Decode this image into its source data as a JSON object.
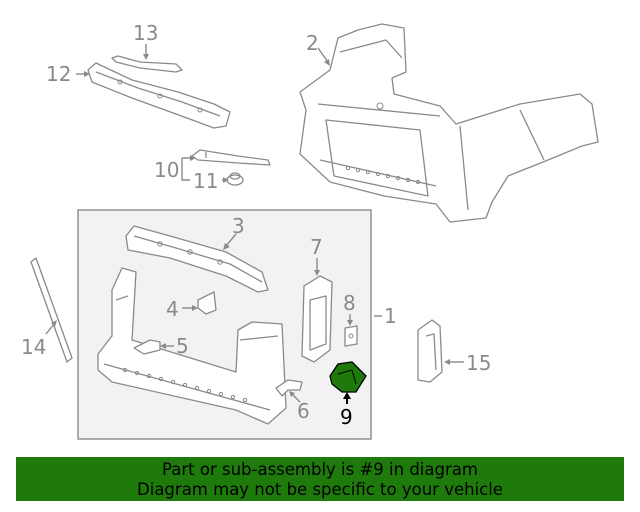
{
  "diagram": {
    "callouts": [
      {
        "id": "1",
        "label": "1"
      },
      {
        "id": "2",
        "label": "2"
      },
      {
        "id": "3",
        "label": "3"
      },
      {
        "id": "4",
        "label": "4"
      },
      {
        "id": "5",
        "label": "5"
      },
      {
        "id": "6",
        "label": "6"
      },
      {
        "id": "7",
        "label": "7"
      },
      {
        "id": "8",
        "label": "8"
      },
      {
        "id": "9",
        "label": "9"
      },
      {
        "id": "10",
        "label": "10"
      },
      {
        "id": "11",
        "label": "11"
      },
      {
        "id": "12",
        "label": "12"
      },
      {
        "id": "13",
        "label": "13"
      },
      {
        "id": "14",
        "label": "14"
      },
      {
        "id": "15",
        "label": "15"
      }
    ],
    "highlighted_part": "9",
    "colors": {
      "line": "#8a8a8a",
      "highlight_fill": "#1f7a0c",
      "inset_background": "#f2f2f2"
    }
  },
  "banner": {
    "line1": "Part or sub-assembly is #9 in diagram",
    "line2": "Diagram may not be specific to your vehicle",
    "background": "#1f7a0c"
  }
}
